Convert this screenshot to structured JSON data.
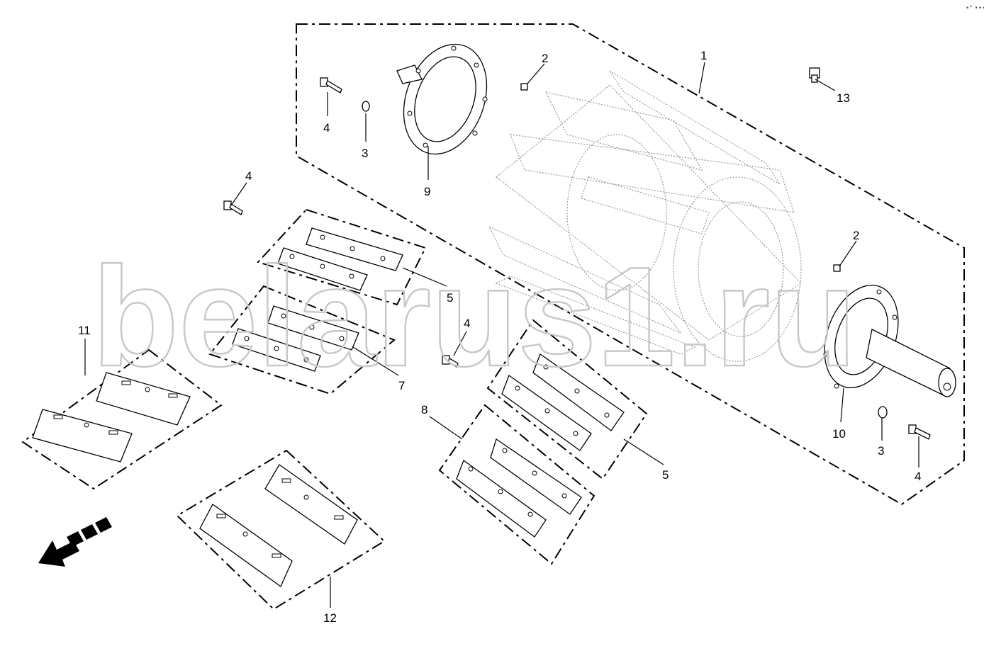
{
  "top_mark": "•° •••",
  "watermark": "belarus1.ru",
  "callouts": [
    {
      "id": "c1",
      "text": "1"
    },
    {
      "id": "c2a",
      "text": "2"
    },
    {
      "id": "c2b",
      "text": "2"
    },
    {
      "id": "c3a",
      "text": "3"
    },
    {
      "id": "c3b",
      "text": "3"
    },
    {
      "id": "c4a",
      "text": "4"
    },
    {
      "id": "c4b",
      "text": "4"
    },
    {
      "id": "c4c",
      "text": "4"
    },
    {
      "id": "c4d",
      "text": "4"
    },
    {
      "id": "c5a",
      "text": "5"
    },
    {
      "id": "c5b",
      "text": "5"
    },
    {
      "id": "c7",
      "text": "7"
    },
    {
      "id": "c8",
      "text": "8"
    },
    {
      "id": "c9",
      "text": "9"
    },
    {
      "id": "c10",
      "text": "10"
    },
    {
      "id": "c11",
      "text": "11"
    },
    {
      "id": "c12",
      "text": "12"
    },
    {
      "id": "c13",
      "text": "13"
    }
  ],
  "icons": {
    "direction_arrow": "direction-arrow-icon"
  }
}
